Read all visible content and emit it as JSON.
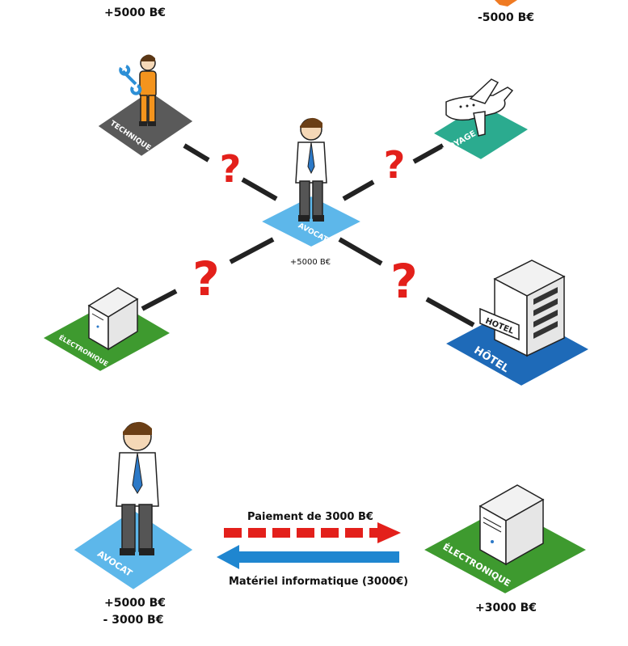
{
  "top": {
    "left_amount": "+5000 B€",
    "right_amount": "-5000 B€"
  },
  "nodes": {
    "technique": "TECHNIQUE",
    "voyage": "VOYAGE",
    "avocat_center": "AVOCAT",
    "avocat_amount": "+5000 B€",
    "electronique_left": "ÉLECTRONIQUE",
    "hotel_tile": "HÔTEL",
    "hotel_sign": "HOTEL"
  },
  "question_mark": "?",
  "bottom": {
    "avocat_tile": "AVOCAT",
    "electronique_tile": "ÉLECTRONIQUE",
    "payment_label": "Paiement de 3000 B€",
    "goods_label": "Matériel informatique (3000€)",
    "avocat_amount_line1": "+5000 B€",
    "avocat_amount_line2": "- 3000 B€",
    "electronique_amount": "+3000 B€"
  },
  "colors": {
    "avocat_tile": "#5db7ea",
    "technique_tile": "#5a5a5a",
    "voyage_tile": "#2bab8f",
    "electronique_tile": "#3e9a2f",
    "hotel_tile": "#1e6ab8",
    "question": "#e3201b",
    "payment_arrow": "#e3201b",
    "goods_arrow": "#1f86d0",
    "top_orange": "#ef7a22"
  }
}
